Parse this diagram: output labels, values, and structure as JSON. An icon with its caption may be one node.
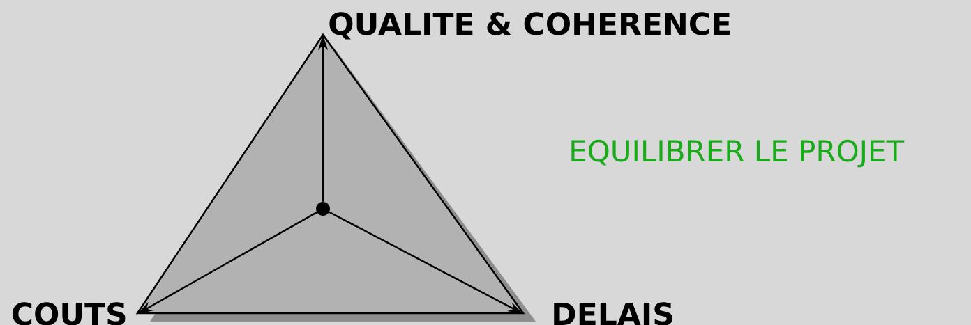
{
  "diagram": {
    "nodes": [
      {
        "text": [],
        "shape": "circle"
      },
      {
        "text": [
          "QUALITE & COHERENCE"
        ]
      },
      {
        "text": [
          "COUTS"
        ]
      },
      {
        "text": [
          "DELAIS"
        ]
      }
    ],
    "edges": [
      {
        "from": 0,
        "to": 1,
        "arrow": "to"
      },
      {
        "from": 0,
        "to": 2,
        "arrow": "to"
      },
      {
        "from": 0,
        "to": 3,
        "arrow": "to"
      }
    ],
    "labels": [
      "EQUILIBRER LE PROJET"
    ]
  }
}
